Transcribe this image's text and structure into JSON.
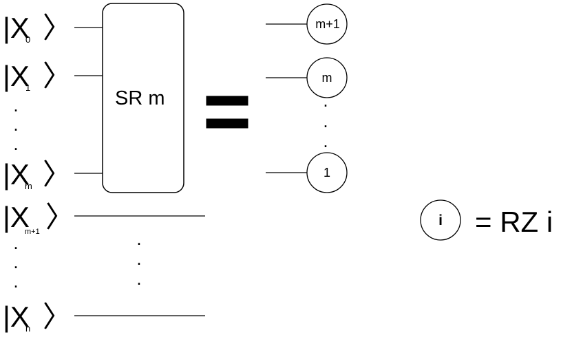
{
  "inputs": [
    {
      "base": "|X",
      "sub": "0",
      "close": "〉"
    },
    {
      "base": "|X",
      "sub": "1",
      "close": "〉"
    },
    {
      "base": "|X",
      "sub": "m",
      "close": "〉"
    },
    {
      "base": "|X",
      "sub": "m+1",
      "close": "〉"
    },
    {
      "base": "|X",
      "sub": "n",
      "close": "〉"
    }
  ],
  "block_label": "SR m",
  "equals": "=",
  "outputs": [
    "m+1",
    "m",
    "1"
  ],
  "legend": {
    "circle_label": "i",
    "definition": "= RZ i"
  },
  "dot": "."
}
